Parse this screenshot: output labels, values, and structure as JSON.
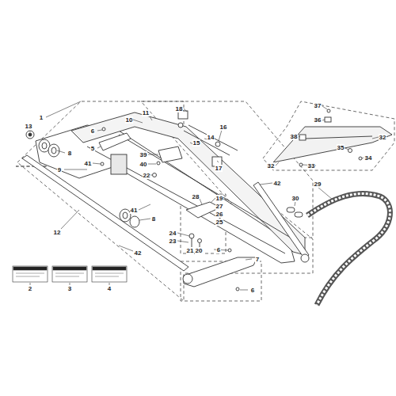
{
  "diagram": {
    "labels": [
      "1",
      "13",
      "8",
      "9",
      "6",
      "5",
      "10",
      "11",
      "18",
      "16",
      "14",
      "15",
      "17",
      "39",
      "40",
      "41",
      "22",
      "41",
      "8",
      "12",
      "42",
      "42",
      "28",
      "19",
      "27",
      "26",
      "25",
      "24",
      "23",
      "21",
      "20",
      "6",
      "7",
      "6",
      "2",
      "3",
      "4",
      "29",
      "30",
      "37",
      "36",
      "38",
      "32",
      "35",
      "34",
      "33",
      "32"
    ]
  }
}
